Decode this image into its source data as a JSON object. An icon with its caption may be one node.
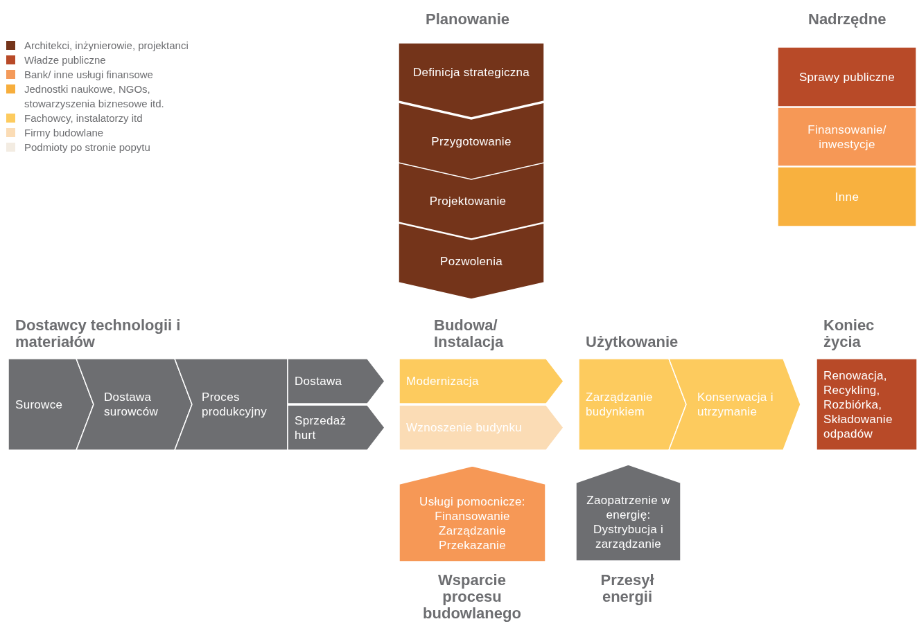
{
  "diagram": {
    "nodes": [
      {
        "text": [
          "Definicja strategiczna"
        ]
      },
      {
        "text": [
          "Przygotowanie"
        ]
      },
      {
        "text": [
          "Projektowanie"
        ]
      },
      {
        "text": [
          "Pozwolenia"
        ]
      },
      {
        "text": [
          "Sprawy publiczne"
        ]
      },
      {
        "text": [
          "Finansowanie/ inwestycje"
        ]
      },
      {
        "text": [
          "Inne"
        ]
      },
      {
        "text": [
          "Surowce"
        ]
      },
      {
        "text": [
          "Dostawa surowców"
        ]
      },
      {
        "text": [
          "Proces produkcyjny"
        ]
      },
      {
        "text": [
          "Dostawa"
        ]
      },
      {
        "text": [
          "Sprzedaż hurt"
        ]
      },
      {
        "text": [
          "Modernizacja"
        ]
      },
      {
        "text": [
          "Wznoszenie budynku"
        ]
      },
      {
        "text": [
          "Zarządzanie budynkiem"
        ]
      },
      {
        "text": [
          "Konserwacja i utrzymanie"
        ]
      },
      {
        "text": [
          "Renowacja, Recykling, Rozbiórka, Składowanie odpadów"
        ]
      },
      {
        "text": [
          "Usługi pomocnicze:",
          "Finansowanie",
          "Zarządzanie",
          "Przekazanie"
        ]
      },
      {
        "text": [
          "Zaopatrzenie w energię:",
          "Dystrybucja i zarządzanie"
        ]
      }
    ],
    "labels": [
      "Planowanie",
      "Nadrzędne",
      "Dostawcy technologii i materiałów",
      "Budowa/ Instalacja",
      "Użytkowanie",
      "Koniec życia",
      "Wsparcie procesu budowlanego",
      "Przesył energii"
    ],
    "legend": [
      {
        "text": "Architekci, inżynierowie, projektanci",
        "color": "#74341a"
      },
      {
        "text": "Władze publiczne",
        "color": "#b84a28"
      },
      {
        "text": "Bank/ inne usługi finansowe",
        "color": "#f49a5a"
      },
      {
        "text": "Jednostki naukowe, NGOs, stowarzyszenia biznesowe itd.",
        "color": "#f7ae3c"
      },
      {
        "text": "Fachowcy, instalatorzy itd",
        "color": "#fdcb5e"
      },
      {
        "text": "Firmy budowlane",
        "color": "#fbdcb5"
      },
      {
        "text": "Podmioty po stronie popytu",
        "color": "#f3ece2"
      }
    ]
  }
}
